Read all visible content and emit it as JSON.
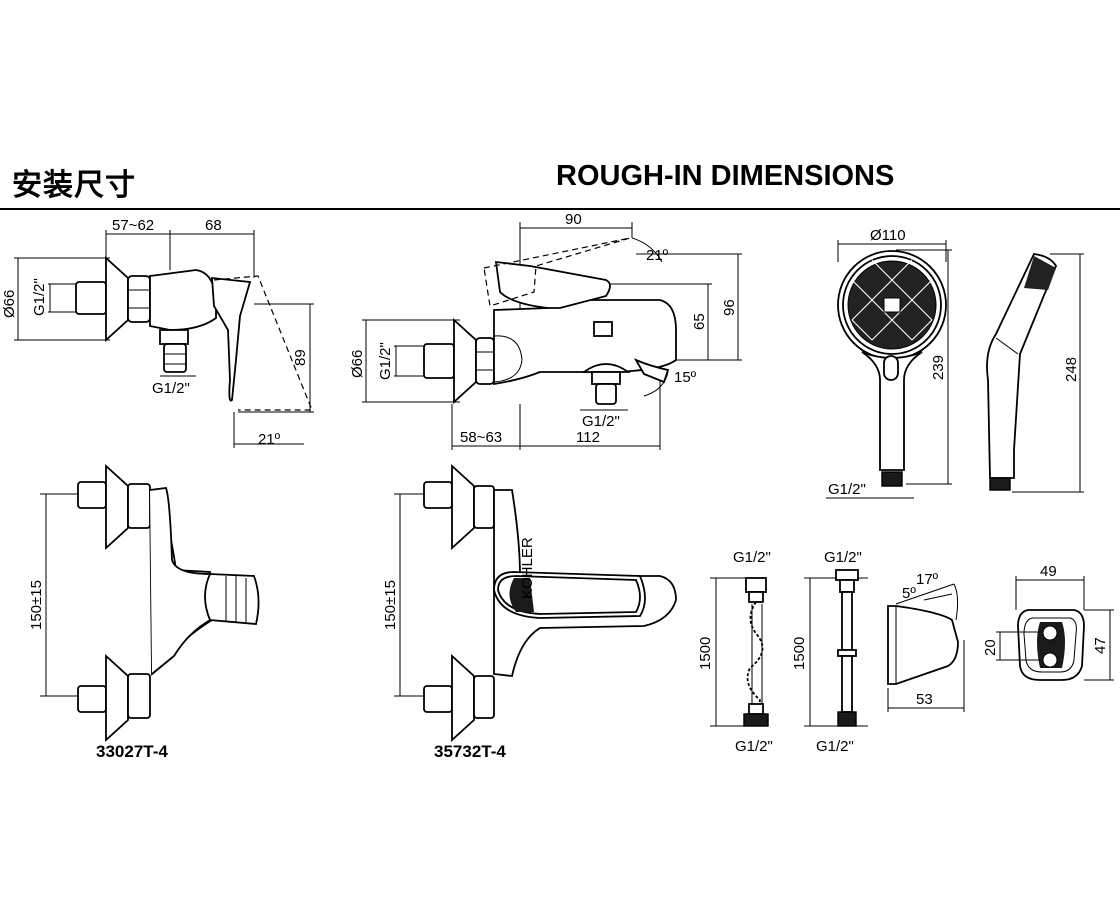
{
  "header": {
    "title_cn": "安装尺寸",
    "title_en": "ROUGH-IN DIMENSIONS"
  },
  "shower_valve_side": {
    "dim_57_62": "57~62",
    "dim_68": "68",
    "dim_d66": "Ø66",
    "dim_g12_inlet": "G1/2\"",
    "dim_g12_outlet": "G1/2\"",
    "dim_89": "89",
    "dim_21deg": "21º"
  },
  "bath_valve_side": {
    "dim_90": "90",
    "dim_21deg": "21º",
    "dim_96": "96",
    "dim_65": "65",
    "dim_d66": "Ø66",
    "dim_g12_inlet": "G1/2\"",
    "dim_g12_outlet": "G1/2\"",
    "dim_15deg": "15º",
    "dim_58_63": "58~63",
    "dim_112": "112"
  },
  "hand_shower": {
    "dim_d110": "Ø110",
    "dim_239": "239",
    "dim_248": "248",
    "dim_g12": "G1/2\""
  },
  "shower_valve_front": {
    "dim_150": "150±15",
    "model": "33027T-4"
  },
  "bath_valve_front": {
    "dim_150": "150±15",
    "model": "35732T-4",
    "brand": "KOHLER"
  },
  "hose_1": {
    "top": "G1/2\"",
    "bottom": "G1/2\"",
    "length": "1500"
  },
  "hose_2": {
    "top": "G1/2\"",
    "bottom": "G1/2\"",
    "length": "1500"
  },
  "holder_side": {
    "dim_17deg": "17º",
    "dim_5deg": "5º",
    "dim_53": "53"
  },
  "holder_front": {
    "dim_49": "49",
    "dim_20": "20",
    "dim_47": "47"
  }
}
